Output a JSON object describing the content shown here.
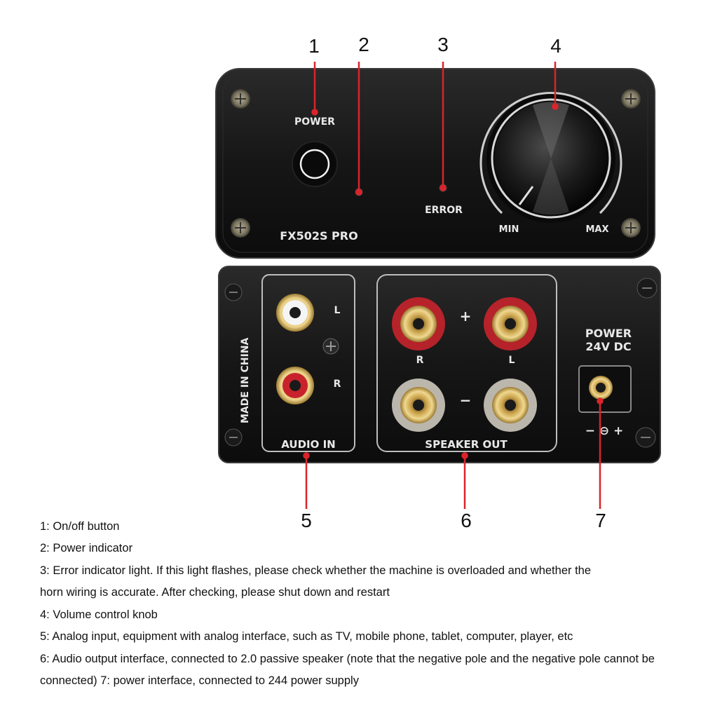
{
  "callouts": [
    "1",
    "2",
    "3",
    "4",
    "5",
    "6",
    "7"
  ],
  "front_panel": {
    "power_label": "POWER",
    "error_label": "ERROR",
    "min_label": "MIN",
    "max_label": "MAX",
    "model": "FX502S PRO"
  },
  "rear_panel": {
    "made_in": "MADE IN CHINA",
    "left_label": "L",
    "right_label": "R",
    "audio_in": "AUDIO IN",
    "plus": "+",
    "minus": "−",
    "speaker_r": "R",
    "speaker_l": "L",
    "speaker_out": "SPEAKER OUT",
    "power_line1": "POWER",
    "power_line2": "24V DC",
    "polarity": "− ⊖ +"
  },
  "descriptions": [
    "1: On/off button",
    "2: Power indicator",
    "3: Error indicator light. If this light flashes, please check whether the machine is overloaded and whether the",
    "horn wiring is accurate. After checking, please shut down and restart",
    "4: Volume control knob",
    "5: Analog input, equipment with analog interface, such as TV, mobile phone, tablet, computer, player, etc",
    "6: Audio output interface, connected to 2.0 passive speaker (note that the negative pole and the negative pole cannot be",
    "connected) 7: power interface, connected to 244 power supply"
  ],
  "colors": {
    "panel": "#141414",
    "callout_line": "#d9242b",
    "red_terminal": "#c8232c",
    "gold": "#c9a14a"
  }
}
